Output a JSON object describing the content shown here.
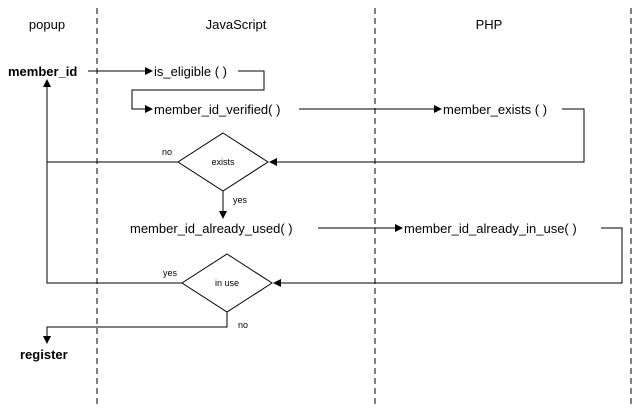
{
  "lanes": {
    "popup": "popup",
    "javascript": "JavaScript",
    "php": "PHP"
  },
  "nodes": {
    "member_id": "member_id",
    "is_eligible": "is_eligible ( )",
    "member_id_verified": "member_id_verified( )",
    "member_exists": "member_exists ( )",
    "exists": "exists",
    "member_id_already_used": "member_id_already_used( )",
    "member_id_already_in_use": "member_id_already_in_use( )",
    "in_use": "in use",
    "register": "register"
  },
  "edges": {
    "exists_no": "no",
    "exists_yes": "yes",
    "inuse_yes": "yes",
    "inuse_no": "no"
  }
}
